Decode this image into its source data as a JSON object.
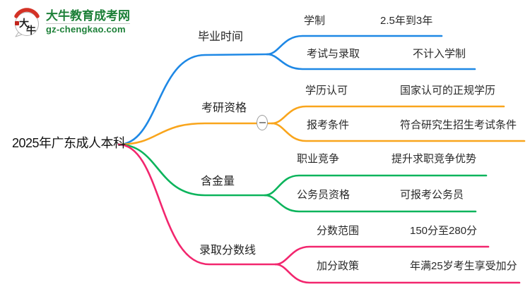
{
  "logo": {
    "icon_text": "大牛",
    "site_name": "大牛教育成考网",
    "site_domain": "gz-chengkao.com",
    "brand_color": "#1d8038",
    "icon_accent_color": "#d43226"
  },
  "root": {
    "label": "2025年广东成人本科"
  },
  "branches": [
    {
      "label": "毕业时间",
      "color": "#1e88e5",
      "children": [
        {
          "label": "学制",
          "value": "2.5年到3年"
        },
        {
          "label": "考试与录取",
          "value": "不计入学制"
        }
      ]
    },
    {
      "label": "考研资格",
      "color": "#f9a51c",
      "collapse_icon": "minus",
      "children": [
        {
          "label": "学历认可",
          "value": "国家认可的正规学历"
        },
        {
          "label": "报考条件",
          "value": "符合研究生招生考试条件"
        }
      ]
    },
    {
      "label": "含金量",
      "color": "#0cb45c",
      "children": [
        {
          "label": "职业竞争",
          "value": "提升求职竞争优势"
        },
        {
          "label": "公务员资格",
          "value": "可报考公务员"
        }
      ]
    },
    {
      "label": "录取分数线",
      "color": "#f2266e",
      "children": [
        {
          "label": "分数范围",
          "value": "150分至280分"
        },
        {
          "label": "加分政策",
          "value": "年满25岁考生享受加分"
        }
      ]
    }
  ]
}
